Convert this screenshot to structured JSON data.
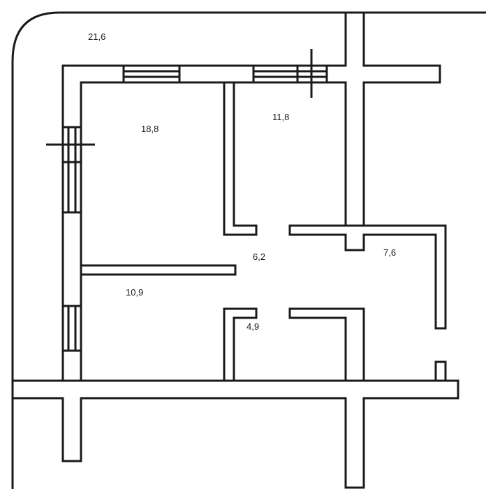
{
  "plan": {
    "line_color": "#1a1a1a",
    "background": "#ffffff",
    "rooms": [
      {
        "id": "outer",
        "area": "21,6"
      },
      {
        "id": "room-left-top",
        "area": "18,8"
      },
      {
        "id": "room-right-top",
        "area": "11,8"
      },
      {
        "id": "hall",
        "area": "6,2"
      },
      {
        "id": "room-right",
        "area": "7,6"
      },
      {
        "id": "room-left-bottom",
        "area": "10,9"
      },
      {
        "id": "bath",
        "area": "4,9"
      }
    ]
  }
}
